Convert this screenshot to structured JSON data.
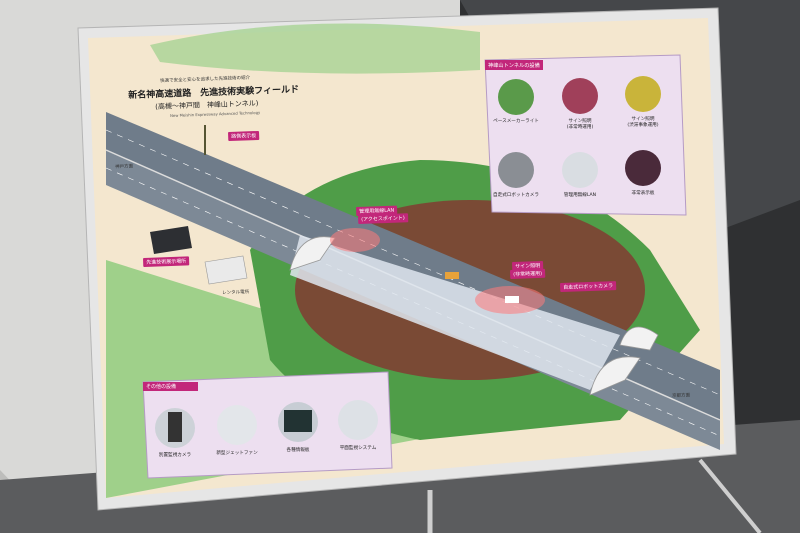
{
  "panel": {
    "subtitle": "快適で安全と安心を追求した先進技術の紹介",
    "title": "新名神高速道路　先進技術実験フィールド",
    "section": "(高槻～神戸間　神峰山トンネル)",
    "english": "New Meishin Expressway Advanced Technology"
  },
  "map_labels": {
    "road_sign": "路側表示板",
    "kobe_direction": "神戸方面",
    "exhibit_building": "先進技術展示場所",
    "rental_building": "レンタル電所",
    "wireless_lan": "管理用無線LAN",
    "access_point": "(アクセスポイント)",
    "sign_light": "サイン照明",
    "emergency_use": "(非常時運用)",
    "robot_camera": "自走式ロボットカメラ",
    "kyoto_direction": "京都方面"
  },
  "tunnel_equipment": {
    "heading": "神峰山トンネルの設備",
    "items": [
      {
        "label": "ペースメーカーライト",
        "color": "#5a9a4a"
      },
      {
        "label": "サイン照明",
        "sub": "(非常時運用)",
        "color": "#a0405a"
      },
      {
        "label": "サイン照明",
        "sub": "(渋滞事象運用)",
        "color": "#c9b43a"
      },
      {
        "label": "自走式ロボットカメラ",
        "color": "#8a8e94"
      },
      {
        "label": "管理用無線LAN",
        "color": "#d9dde2"
      },
      {
        "label": "非常表示板",
        "color": "#4a2a3a"
      }
    ]
  },
  "other_equipment": {
    "heading": "その他の設備",
    "items": [
      {
        "label": "別置監視カメラ"
      },
      {
        "label": "新型ジェットファン"
      },
      {
        "label": "各種情報板"
      },
      {
        "label": "平面監視システム"
      }
    ]
  },
  "colors": {
    "accent": "#c2277a",
    "road": "#6f7c8a",
    "grass": "#86bf6a",
    "soil": "#7a4a35",
    "board_bg": "#f4e7cf"
  }
}
